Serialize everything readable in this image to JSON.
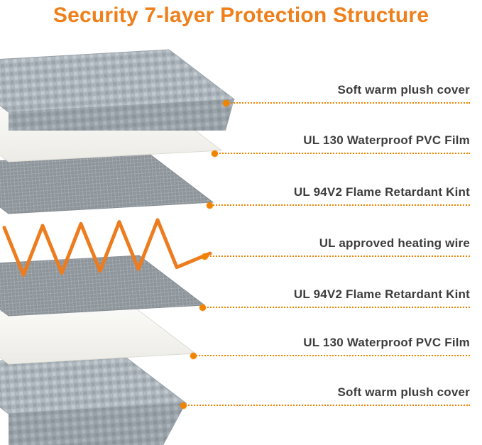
{
  "title": "Security 7-layer Protection Structure",
  "colors": {
    "accent": "#F08300",
    "title": "#EF7F1A",
    "label_text": "#3D3D3D",
    "wire": "#ED7C1F"
  },
  "layers": [
    {
      "label": "Soft warm plush cover",
      "material": "plush"
    },
    {
      "label": "UL 130 Waterproof PVC Film",
      "material": "pvc-film"
    },
    {
      "label": "UL 94V2 Flame Retardant Kint",
      "material": "flame-retardant-knit"
    },
    {
      "label": "UL approved heating wire",
      "material": "heating-wire"
    },
    {
      "label": "UL 94V2 Flame Retardant Kint",
      "material": "flame-retardant-knit"
    },
    {
      "label": "UL 130 Waterproof PVC Film",
      "material": "pvc-film"
    },
    {
      "label": "Soft warm plush cover",
      "material": "plush"
    }
  ]
}
